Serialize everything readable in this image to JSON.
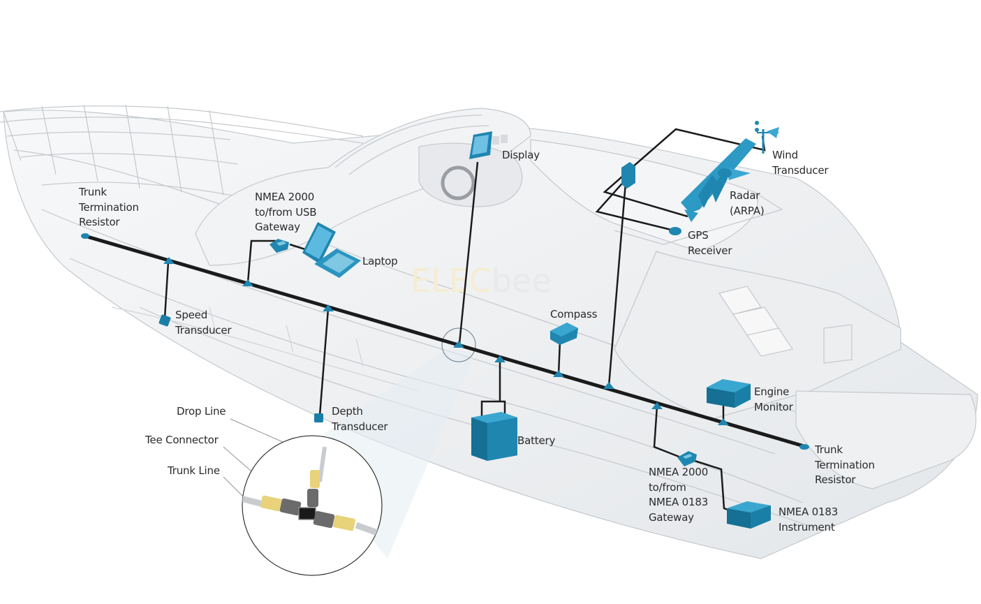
{
  "diagram": {
    "title": "NMEA 2000 network on a boat",
    "watermark": {
      "part1": "ELEC",
      "part2": "bee"
    },
    "colors": {
      "device": "#1a7fa6",
      "device_dark": "#0f5f80",
      "device_light": "#4fb3d9",
      "trunk": "#1b1b1b",
      "hull_line": "#c9ccd0",
      "hull_fill": "#eef0f2",
      "connector_yellow": "#e8d27a",
      "connector_gray": "#6b6b6b"
    },
    "labels": {
      "trunk_term_left": "Trunk\nTermination\nResistor",
      "usb_gateway": "NMEA 2000\nto/from USB\nGateway",
      "laptop": "Laptop",
      "display": "Display",
      "wind": "Wind\nTransducer",
      "radar": "Radar\n(ARPA)",
      "gps": "GPS\nReceiver",
      "speed": "Speed\nTransducer",
      "compass": "Compass",
      "depth": "Depth\nTransducer",
      "battery": "Battery",
      "engine": "Engine\nMonitor",
      "trunk_term_right": "Trunk\nTermination\nResistor",
      "nmea0183_gateway": "NMEA 2000\nto/from\nNMEA 0183\nGateway",
      "nmea0183_instrument": "NMEA 0183\nInstrument",
      "drop_line": "Drop Line",
      "tee_connector": "Tee Connector",
      "trunk_line": "Trunk Line"
    },
    "nodes": [
      {
        "id": "trunk-term-left",
        "type": "terminator"
      },
      {
        "id": "speed-transducer",
        "type": "device"
      },
      {
        "id": "usb-gateway",
        "type": "gateway"
      },
      {
        "id": "laptop",
        "type": "device"
      },
      {
        "id": "depth-transducer",
        "type": "device"
      },
      {
        "id": "display",
        "type": "device"
      },
      {
        "id": "battery",
        "type": "power"
      },
      {
        "id": "compass",
        "type": "device"
      },
      {
        "id": "radar-gps-wind-hub",
        "type": "hub"
      },
      {
        "id": "radar",
        "type": "device"
      },
      {
        "id": "gps",
        "type": "device"
      },
      {
        "id": "wind-transducer",
        "type": "device"
      },
      {
        "id": "nmea0183-gateway",
        "type": "gateway"
      },
      {
        "id": "nmea0183-instrument",
        "type": "device"
      },
      {
        "id": "engine-monitor",
        "type": "device"
      },
      {
        "id": "trunk-term-right",
        "type": "terminator"
      }
    ]
  }
}
